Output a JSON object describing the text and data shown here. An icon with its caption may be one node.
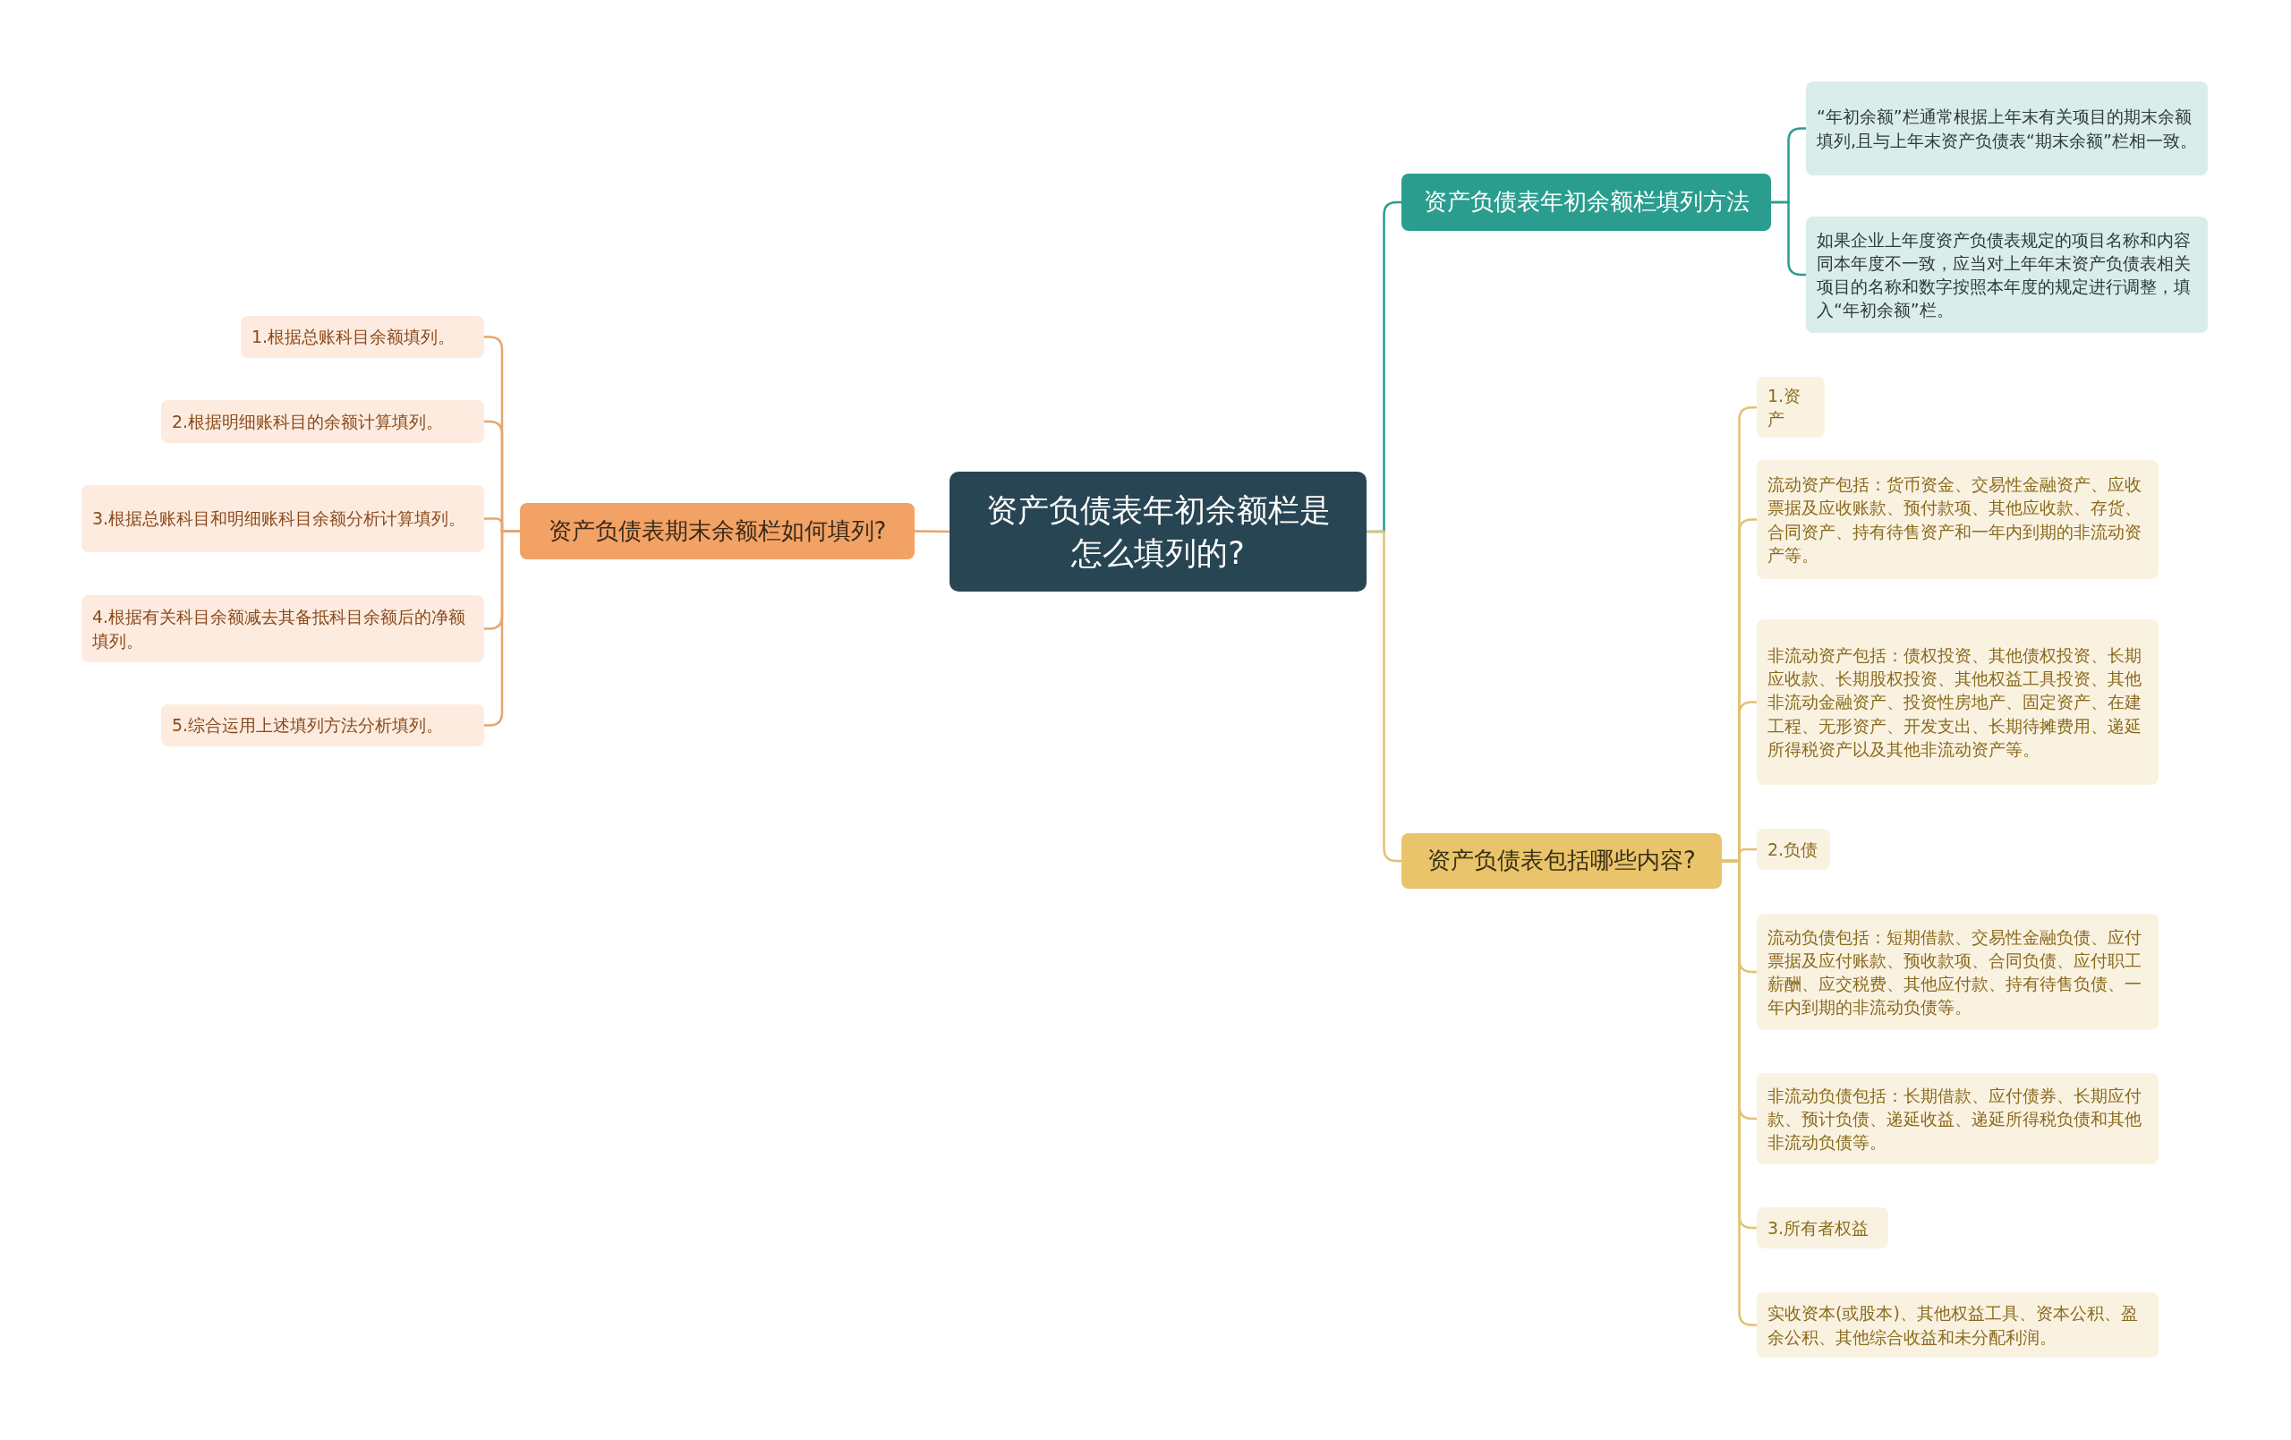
{
  "diagram": {
    "nodes": [
      {
        "text": [
          "资产负债表年初余额栏是怎么填列的?"
        ]
      },
      {
        "text": [
          "资产负债表期末余额栏如何填列?"
        ]
      },
      {
        "text": [
          "1.根据总账科目余额填列。"
        ]
      },
      {
        "text": [
          "2.根据明细账科目的余额计算填列。"
        ]
      },
      {
        "text": [
          "3.根据总账科目和明细账科目余额分析计算填列。"
        ]
      },
      {
        "text": [
          "4.根据有关科目余额减去其备抵科目余额后的净额填列。"
        ]
      },
      {
        "text": [
          "5.综合运用上述填列方法分析填列。"
        ]
      },
      {
        "text": [
          "资产负债表年初余额栏填列方法"
        ]
      },
      {
        "text": [
          "“年初余额”栏通常根据上年末有关项目的期末余额填列,且与上年末资产负债表“期末余额”栏相一致。"
        ]
      },
      {
        "text": [
          "如果企业上年度资产负债表规定的项目名称和内容同本年度不一致，应当对上年年末资产负债表相关项目的名称和数字按照本年度的规定进行调整，填入“年初余额”栏。"
        ]
      },
      {
        "text": [
          "资产负债表包括哪些内容?"
        ]
      },
      {
        "text": [
          "1.资产"
        ]
      },
      {
        "text": [
          "流动资产包括：货币资金、交易性金融资产、应收票据及应收账款、预付款项、其他应收款、存货、合同资产、持有待售资产和一年内到期的非流动资产等。"
        ]
      },
      {
        "text": [
          "非流动资产包括：债权投资、其他债权投资、长期应收款、长期股权投资、其他权益工具投资、其他非流动金融资产、投资性房地产、固定资产、在建工程、无形资产、开发支出、长期待摊费用、递延所得税资产以及其他非流动资产等。"
        ]
      },
      {
        "text": [
          "2.负债"
        ]
      },
      {
        "text": [
          "流动负债包括：短期借款、交易性金融负债、应付票据及应付账款、预收款项、合同负债、应付职工薪酬、应交税费、其他应付款、持有待售负债、一年内到期的非流动负债等。"
        ]
      },
      {
        "text": [
          "非流动负债包括：长期借款、应付债券、长期应付款、预计负债、递延收益、递延所得税负债和其他非流动负债等。"
        ]
      },
      {
        "text": [
          "3.所有者权益"
        ]
      },
      {
        "text": [
          "实收资本(或股本)、其他权益工具、资本公积、盈余公积、其他综合收益和未分配利润。"
        ]
      }
    ],
    "edges": [
      {
        "from": 0,
        "to": 1,
        "arrow": "none",
        "color": "#e8a56c"
      },
      {
        "from": 1,
        "to": 2,
        "arrow": "none",
        "color": "#e8a56c"
      },
      {
        "from": 1,
        "to": 3,
        "arrow": "none",
        "color": "#e8a56c"
      },
      {
        "from": 1,
        "to": 4,
        "arrow": "none",
        "color": "#e8a56c"
      },
      {
        "from": 1,
        "to": 5,
        "arrow": "none",
        "color": "#e8a56c"
      },
      {
        "from": 1,
        "to": 6,
        "arrow": "none",
        "color": "#e8a56c"
      },
      {
        "from": 0,
        "to": 7,
        "arrow": "none",
        "color": "#2a9d8f"
      },
      {
        "from": 7,
        "to": 8,
        "arrow": "none",
        "color": "#2a9d8f"
      },
      {
        "from": 7,
        "to": 9,
        "arrow": "none",
        "color": "#2a9d8f"
      },
      {
        "from": 0,
        "to": 10,
        "arrow": "none"
      },
      {
        "from": 10,
        "to": 11,
        "arrow": "none"
      },
      {
        "from": 10,
        "to": 12,
        "arrow": "none"
      },
      {
        "from": 10,
        "to": 13,
        "arrow": "none"
      },
      {
        "from": 10,
        "to": 14,
        "arrow": "none"
      },
      {
        "from": 10,
        "to": 15,
        "arrow": "none"
      },
      {
        "from": 10,
        "to": 16,
        "arrow": "none"
      },
      {
        "from": 10,
        "to": 17,
        "arrow": "none"
      },
      {
        "from": 10,
        "to": 18,
        "arrow": "none"
      }
    ]
  }
}
